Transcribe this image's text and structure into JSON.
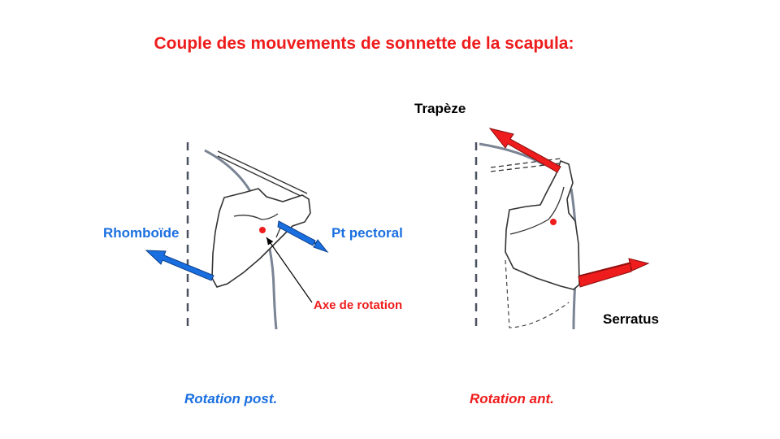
{
  "title": "Couple des mouvements de sonnette de la scapula:",
  "left_panel": {
    "label_left": "Rhomboïde",
    "label_right": "Pt pectoral",
    "axis_label": "Axe de rotation",
    "caption": "Rotation post."
  },
  "right_panel": {
    "label_top": "Trapèze",
    "label_bottom": "Serratus",
    "caption": "Rotation ant."
  },
  "colors": {
    "blue": "#1a6fe0",
    "red": "#ee1c1c",
    "bone": "#333333",
    "rib": "#7a8494"
  }
}
